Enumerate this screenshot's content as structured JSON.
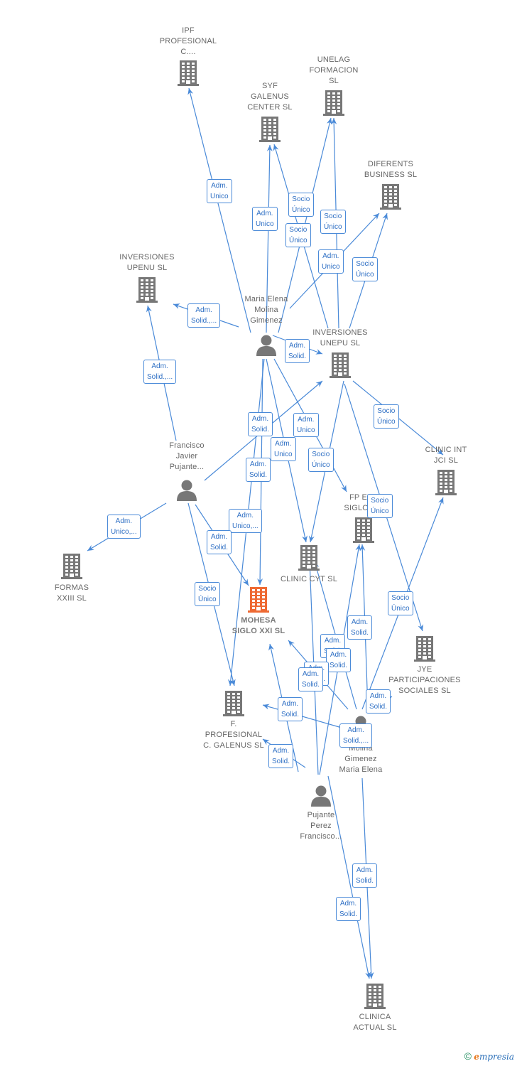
{
  "colors": {
    "edge": "#4a8ad8",
    "node": "#777777",
    "main_node": "#ee6a33"
  },
  "nodes": [
    {
      "id": "ipf",
      "type": "company",
      "label": "IPF\nPROFESIONAL\nC...."
    },
    {
      "id": "unelag",
      "type": "company",
      "label": "UNELAG\nFORMACION\nSL"
    },
    {
      "id": "syf",
      "type": "company",
      "label": "SYF\nGALENUS\nCENTER  SL"
    },
    {
      "id": "diferents",
      "type": "company",
      "label": "DIFERENTS\nBUSINESS  SL"
    },
    {
      "id": "upenu",
      "type": "company",
      "label": "INVERSIONES\nUPENU  SL"
    },
    {
      "id": "maria1",
      "type": "person",
      "label": "Maria Elena\nMolina\nGimenez"
    },
    {
      "id": "unepu",
      "type": "company",
      "label": "INVERSIONES\nUNEPU SL"
    },
    {
      "id": "francisco1",
      "type": "person",
      "label": "Francisco\nJavier\nPujante..."
    },
    {
      "id": "clinicint",
      "type": "company",
      "label": "CLINIC INT\nJCI SL"
    },
    {
      "id": "fpexp",
      "type": "company",
      "label": "FP EXP\nSIGLO X..."
    },
    {
      "id": "formas",
      "type": "company",
      "label": "FORMAS\nXXIII  SL"
    },
    {
      "id": "cyt",
      "type": "company",
      "label": "CLINIC CYT  SL"
    },
    {
      "id": "mohesa",
      "type": "main",
      "label": "MOHESA\nSIGLO XXI  SL"
    },
    {
      "id": "jye",
      "type": "company",
      "label": "JYE\nPARTICIPACIONES\nSOCIALES  SL"
    },
    {
      "id": "galenus",
      "type": "company",
      "label": "F.\nPROFESIONAL\nC. GALENUS SL"
    },
    {
      "id": "molina2",
      "type": "person",
      "label": "Molina\nGimenez\nMaria Elena"
    },
    {
      "id": "pujante2",
      "type": "person",
      "label": "Pujante\nPerez\nFrancisco..."
    },
    {
      "id": "clinica",
      "type": "company",
      "label": "CLINICA\nACTUAL  SL"
    }
  ],
  "edges": [
    {
      "from": "maria1",
      "to": "ipf",
      "label": "Adm.\nUnico"
    },
    {
      "from": "maria1",
      "to": "syf",
      "label": "Adm.\nUnico"
    },
    {
      "from": "maria1",
      "to": "unelag",
      "label": "Socio\nÚnico"
    },
    {
      "from": "unepu",
      "to": "syf",
      "label": "Socio\nÚnico"
    },
    {
      "from": "unepu",
      "to": "unelag",
      "label": "Socio\nÚnico"
    },
    {
      "from": "maria1",
      "to": "diferents",
      "label": "Adm.\nUnico"
    },
    {
      "from": "unepu",
      "to": "diferents",
      "label": "Socio\nÚnico"
    },
    {
      "from": "maria1",
      "to": "upenu",
      "label": "Adm.\nSolid.,..."
    },
    {
      "from": "maria1",
      "to": "unepu",
      "label": "Adm.\nSolid."
    },
    {
      "from": "francisco1",
      "to": "upenu",
      "label": "Adm.\nSolid.,..."
    },
    {
      "from": "francisco1",
      "to": "unepu",
      "label": "Adm.\nSolid."
    },
    {
      "from": "maria1",
      "to": "fpexp",
      "label": "Adm.\nUnico"
    },
    {
      "from": "maria1",
      "to": "cyt",
      "label": "Adm.\nUnico"
    },
    {
      "from": "unepu",
      "to": "cyt",
      "label": "Socio\nÚnico"
    },
    {
      "from": "maria1",
      "to": "mohesa",
      "label": "Adm.\nSolid."
    },
    {
      "from": "unepu",
      "to": "clinicint",
      "label": "Socio\nÚnico"
    },
    {
      "from": "unepu",
      "to": "jye",
      "label": "Socio\nÚnico"
    },
    {
      "from": "francisco1",
      "to": "formas",
      "label": "Adm.\nUnico,..."
    },
    {
      "from": "maria1",
      "to": "galenus",
      "label": "Adm.\nUnico,..."
    },
    {
      "from": "francisco1",
      "to": "mohesa",
      "label": "Adm.\nSolid."
    },
    {
      "from": "francisco1",
      "to": "galenus",
      "label": "Socio\nÚnico"
    },
    {
      "from": "molina2",
      "to": "clinicint",
      "label": "Socio\nÚnico"
    },
    {
      "from": "molina2",
      "to": "fpexp",
      "label": "Adm.\nSolid."
    },
    {
      "from": "molina2",
      "to": "cyt",
      "label": "Adm.\nSolid."
    },
    {
      "from": "pujante2",
      "to": "fpexp",
      "label": "Adm.\nSolid."
    },
    {
      "from": "pujante2",
      "to": "cyt",
      "label": "Adm.\nSolid."
    },
    {
      "from": "molina2",
      "to": "mohesa",
      "label": "Adm.\nSolid."
    },
    {
      "from": "molina2",
      "to": "jye",
      "label": "Adm.\nSolid."
    },
    {
      "from": "pujante2",
      "to": "mohesa",
      "label": "Adm.\nSolid."
    },
    {
      "from": "molina2",
      "to": "galenus",
      "label": "Adm.\nSolid.,..."
    },
    {
      "from": "pujante2",
      "to": "galenus",
      "label": "Adm.\nSolid."
    },
    {
      "from": "molina2",
      "to": "clinica",
      "label": "Adm.\nSolid."
    },
    {
      "from": "pujante2",
      "to": "clinica",
      "label": "Adm.\nSolid."
    }
  ],
  "footer": {
    "symbol": "©",
    "brand_initial": "e",
    "brand_rest": "mpresia"
  }
}
